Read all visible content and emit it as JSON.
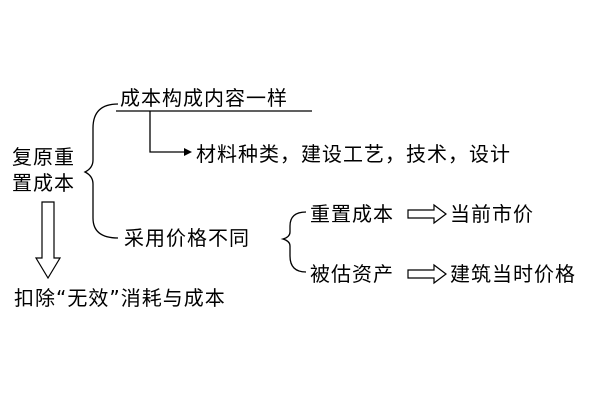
{
  "root": {
    "line1": "复原重",
    "line2": "置成本"
  },
  "branch_same": {
    "label": "成本构成内容一样",
    "detail": "材料种类，建设工艺，技术，设计"
  },
  "branch_diff": {
    "label": "采用价格不同",
    "items": [
      {
        "label": "重置成本",
        "result": "当前市价"
      },
      {
        "label": "被估资产",
        "result": "建筑当时价格"
      }
    ]
  },
  "conclusion": {
    "label": "扣除“无效”消耗与成本"
  },
  "colors": {
    "ink": "#000000",
    "background": "#ffffff"
  }
}
